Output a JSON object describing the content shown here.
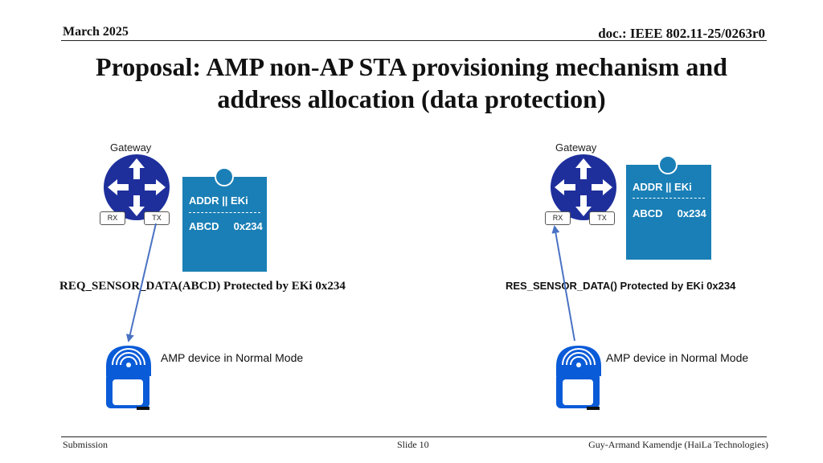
{
  "header": {
    "date": "March 2025",
    "doc": "doc.: IEEE 802.11-25/0263r0"
  },
  "title": {
    "line1": "Proposal: AMP non-AP STA provisioning mechanism and",
    "line2": "address allocation (data protection)"
  },
  "left": {
    "gateway_label": "Gateway",
    "ports": {
      "rx": "RX",
      "tx": "TX"
    },
    "card": {
      "line1": "ADDR || EKi",
      "line2": "ABCD     0x234"
    },
    "message": "REQ_SENSOR_DATA(ABCD) Protected by EKi 0x234",
    "device_label": "AMP device in Normal Mode"
  },
  "right": {
    "gateway_label": "Gateway",
    "ports": {
      "rx": "RX",
      "tx": "TX"
    },
    "card": {
      "line1": "ADDR || EKi",
      "line2": "ABCD     0x234"
    },
    "message": "RES_SENSOR_DATA() Protected by EKi 0x234",
    "device_label": "AMP device in Normal Mode"
  },
  "footer": {
    "left": "Submission",
    "center": "Slide 10",
    "right": "Guy-Armand Kamendje (HaiLa Technologies)"
  },
  "colors": {
    "router": "#1e2f9c",
    "card": "#1a7fb6",
    "device": "#0a5bd8",
    "arrow": "#4a72c4"
  },
  "icons": [
    "router-icon",
    "wireless-signal-icon",
    "device-screen-icon",
    "arrow-icon"
  ]
}
